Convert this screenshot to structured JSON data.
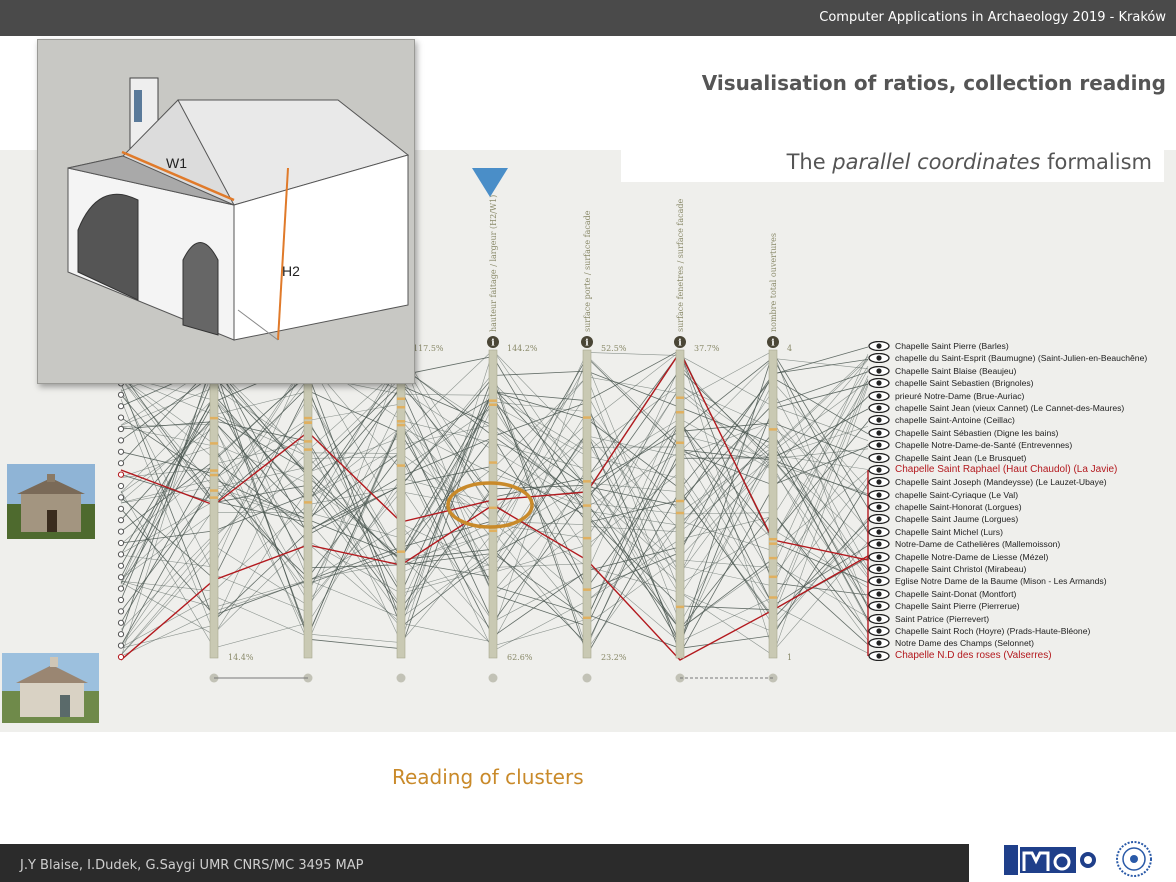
{
  "header": {
    "conference": "Computer Applications in Archaeology  2019 - Kraków"
  },
  "slide": {
    "title": "Visualisation of ratios, collection reading",
    "subtitle_prefix": "The ",
    "subtitle_em": "parallel coordinates",
    "subtitle_suffix": " formalism",
    "caption": "Reading of clusters"
  },
  "inset": {
    "label_w1": "W1",
    "label_h2": "H2"
  },
  "axes": [
    {
      "top_value": "",
      "bottom_value": "14.4%",
      "title": ""
    },
    {
      "top_value": "",
      "bottom_value": "",
      "title": ""
    },
    {
      "top_value": "117.5%",
      "bottom_value": "",
      "title": ""
    },
    {
      "top_value": "144.2%",
      "bottom_value": "62.6%",
      "title": "hauteur faitage / largeur (H2/W1)"
    },
    {
      "top_value": "52.5%",
      "bottom_value": "23.2%",
      "title": "surface porte / surface facade"
    },
    {
      "top_value": "37.7%",
      "bottom_value": "",
      "title": "surface fenetres / surface facade"
    },
    {
      "top_value": "4",
      "bottom_value": "1",
      "title": "nombre total ouvertures"
    }
  ],
  "chapels": [
    {
      "name": "Chapelle Saint Pierre (Barles)",
      "highlight": false
    },
    {
      "name": "chapelle du Saint-Esprit (Baumugne) (Saint-Julien-en-Beauchêne)",
      "highlight": false
    },
    {
      "name": "Chapelle Saint Blaise (Beaujeu)",
      "highlight": false
    },
    {
      "name": "chapelle Saint Sebastien (Brignoles)",
      "highlight": false
    },
    {
      "name": "prieuré Notre-Dame (Brue-Auriac)",
      "highlight": false
    },
    {
      "name": "chapelle Saint Jean (vieux Cannet) (Le Cannet-des-Maures)",
      "highlight": false
    },
    {
      "name": "chapelle Saint-Antoine (Ceillac)",
      "highlight": false
    },
    {
      "name": "Chapelle Saint Sébastien (Digne les bains)",
      "highlight": false
    },
    {
      "name": "Chapelle Notre-Dame-de-Santé (Entrevennes)",
      "highlight": false
    },
    {
      "name": "Chapelle Saint Jean (Le Brusquet)",
      "highlight": false
    },
    {
      "name": "Chapelle Saint Raphael (Haut Chaudol) (La Javie)",
      "highlight": true
    },
    {
      "name": "Chapelle Saint Joseph (Mandeysse) (Le Lauzet-Ubaye)",
      "highlight": false
    },
    {
      "name": "chapelle Saint-Cyriaque (Le Val)",
      "highlight": false
    },
    {
      "name": "chapelle Saint-Honorat (Lorgues)",
      "highlight": false
    },
    {
      "name": "Chapelle Saint Jaume (Lorgues)",
      "highlight": false
    },
    {
      "name": "Chapelle Saint Michel (Lurs)",
      "highlight": false
    },
    {
      "name": "Notre-Dame de Cathelières (Mallemoisson)",
      "highlight": false
    },
    {
      "name": "Chapelle Notre-Dame de Liesse (Mézel)",
      "highlight": false
    },
    {
      "name": "Chapelle Saint Christol (Mirabeau)",
      "highlight": false
    },
    {
      "name": "Eglise Notre Dame de la Baume  (Mison - Les Armands)",
      "highlight": false
    },
    {
      "name": "Chapelle Saint-Donat (Montfort)",
      "highlight": false
    },
    {
      "name": "Chapelle Saint Pierre (Pierrerue)",
      "highlight": false
    },
    {
      "name": "Saint Patrice (Pierrevert)",
      "highlight": false
    },
    {
      "name": "Chapelle Saint Roch (Hoyre) (Prads-Haute-Bléone)",
      "highlight": false
    },
    {
      "name": "Notre Dame des Champs (Selonnet)",
      "highlight": false
    },
    {
      "name": "Chapelle N.D des roses (Valserres)",
      "highlight": true
    }
  ],
  "colors": {
    "highlight_line": "#b3191e",
    "normal_line": "#4a5650",
    "axis_bar": "#c9c9b3",
    "cluster_ring": "#c98a2a",
    "marker_triangle": "#4a8ec8"
  },
  "footer": {
    "authors": "J.Y Blaise, I.Dudek, G.Saygi UMR CNRS/MC 3495 MAP"
  }
}
